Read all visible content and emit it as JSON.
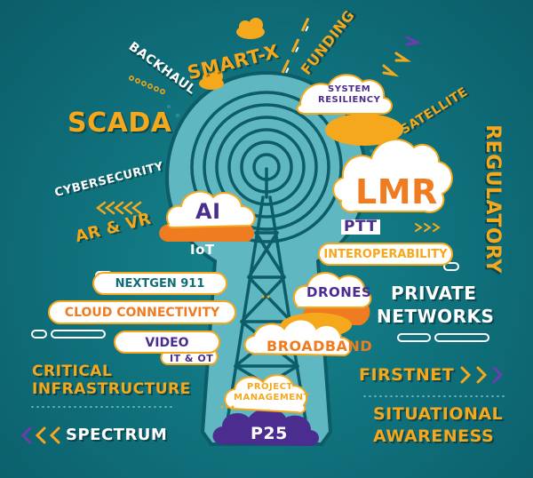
{
  "labels": {
    "smart_x": "SMART-X",
    "funding": "FUNDING",
    "backhaul": "BACKHAUL",
    "scada": "SCADA",
    "system_resiliency_1": "SYSTEM",
    "system_resiliency_2": "RESILIENCY",
    "satellite": "SATELLITE",
    "regulatory": "REGULATORY",
    "cybersecurity": "CYBERSECURITY",
    "lmr": "LMR",
    "ai": "AI",
    "iot": "IoT",
    "ptt": "PTT",
    "ar_vr": "AR & VR",
    "interoperability": "INTEROPERABILITY",
    "nextgen_911": "NEXTGEN 911",
    "drones": "DRONES",
    "private_networks_1": "PRIVATE",
    "private_networks_2": "NETWORKS",
    "cloud_connectivity": "CLOUD CONNECTIVITY",
    "video": "VIDEO",
    "broadband": "BROADBAND",
    "it_ot": "IT & OT",
    "critical_infrastructure_1": "CRITICAL",
    "critical_infrastructure_2": "INFRASTRUCTURE",
    "project_management_1": "PROJECT",
    "project_management_2": "MANAGEMENT",
    "firstnet": "FIRSTNET",
    "spectrum": "SPECTRUM",
    "p25": "P25",
    "situational_awareness_1": "SITUATIONAL",
    "situational_awareness_2": "AWARENESS"
  },
  "colors": {
    "background": "#0f6f7a",
    "tower": "#5fb7c2",
    "tower_line": "#0d5d68",
    "orange": "#f6a81d",
    "deep_orange": "#f07c22",
    "purple": "#4b2d8f",
    "white": "#ffffff"
  }
}
